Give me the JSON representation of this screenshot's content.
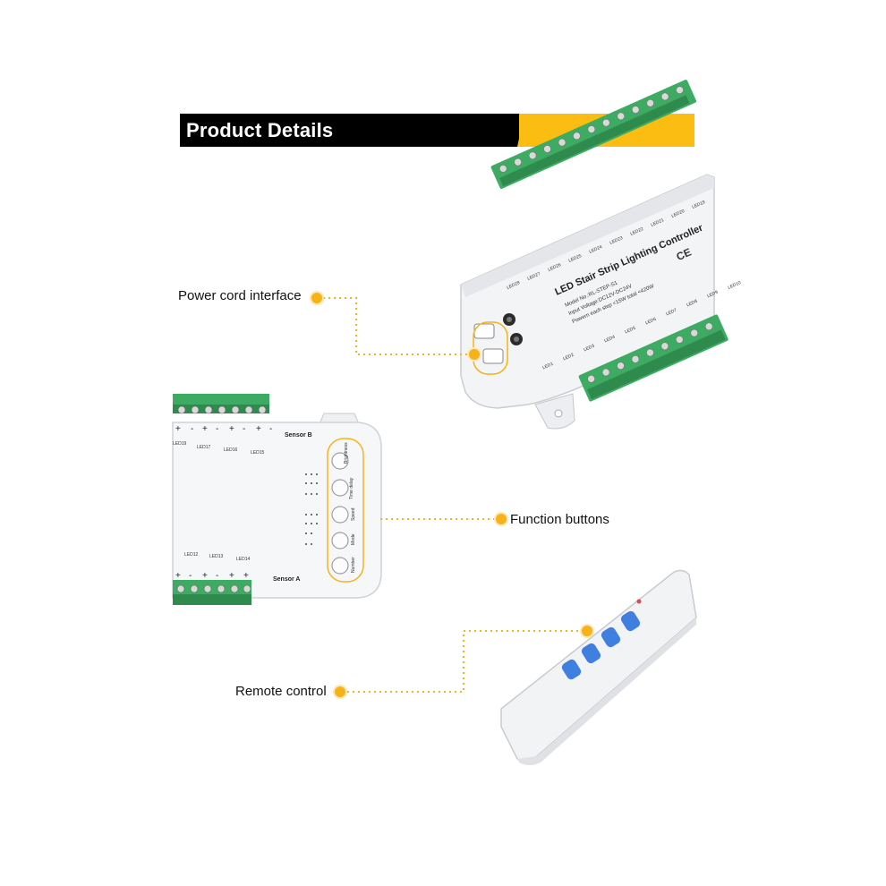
{
  "header": {
    "title": "Product Details"
  },
  "callouts": {
    "power": "Power cord interface",
    "buttons": "Function buttons",
    "remote": "Remote control"
  },
  "controller": {
    "title": "LED Stair Strip Lighting Controller",
    "model": "Model No.:RL-STEP-S1",
    "input": "Input Voltage:DC12V-DC24V",
    "power": "Powern each step <15W  total <420W",
    "cert": "CE",
    "led_labels_top": [
      "LED28",
      "LED27",
      "LED26",
      "LED25",
      "LED24",
      "LED23",
      "LED22",
      "LED21",
      "LED20",
      "LED19"
    ],
    "led_labels_bottom": [
      "LED1",
      "LED2",
      "LED3",
      "LED4",
      "LED5",
      "LED6",
      "LED7",
      "LED8",
      "LED9",
      "LED10"
    ]
  },
  "panel": {
    "sensor_b": "Sensor B",
    "sensor_a": "Sensor A",
    "led_top": [
      "LED19",
      "LED17",
      "LED16",
      "LED15"
    ],
    "led_bottom": [
      "LED12",
      "LED13",
      "LED14"
    ],
    "buttons": [
      "Brightness",
      "Time delay",
      "Speed",
      "Mode",
      "Number"
    ]
  },
  "colors": {
    "accent": "#fbbd12",
    "terminal": "#3dab62",
    "remote_button": "#3f7fe0"
  }
}
